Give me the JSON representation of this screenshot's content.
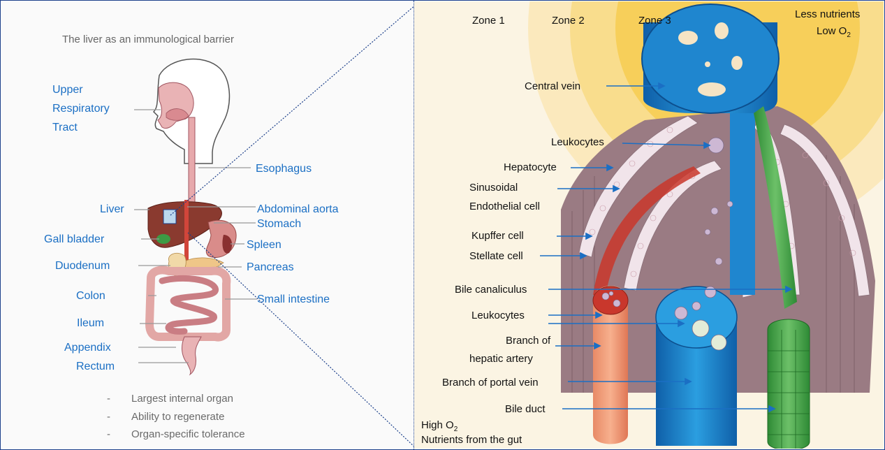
{
  "left": {
    "title": "The liver as an immunological barrier",
    "labels": {
      "upper_respiratory": [
        "Upper",
        "Respiratory",
        "Tract"
      ],
      "esophagus": "Esophagus",
      "liver": "Liver",
      "abdominal_aorta": "Abdominal aorta",
      "stomach": "Stomach",
      "gall_bladder": "Gall bladder",
      "spleen": "Spleen",
      "duodenum": "Duodenum",
      "pancreas": "Pancreas",
      "colon": "Colon",
      "small_intestine": "Small intestine",
      "ileum": "Ileum",
      "appendix": "Appendix",
      "rectum": "Rectum"
    },
    "bullet_marker": "-",
    "bullets": [
      "Largest internal organ",
      "Ability to regenerate",
      "Organ-specific tolerance"
    ]
  },
  "right": {
    "zones": [
      "Zone 1",
      "Zone 2",
      "Zone 3"
    ],
    "less_nutrients": "Less nutrients",
    "low_o2": {
      "main": "Low O",
      "sub": "2"
    },
    "high_o2": {
      "main": "High O",
      "sub": "2"
    },
    "nutrients_gut": "Nutrients from the gut",
    "labels": {
      "central_vein": "Central vein",
      "leukocytes_top": "Leukocytes",
      "hepatocyte": "Hepatocyte",
      "sinusoidal": [
        "Sinusoidal",
        "Endothelial cell"
      ],
      "kupffer": "Kupffer cell",
      "stellate": "Stellate cell",
      "bile_canaliculus": "Bile canaliculus",
      "leukocytes_bottom": "Leukocytes",
      "hepatic_artery": [
        "Branch of",
        "hepatic artery"
      ],
      "portal_vein": "Branch of portal vein",
      "bile_duct": "Bile duct"
    }
  },
  "colors": {
    "label_blue": "#1b6fc4",
    "arrow_blue": "#1b6fc4",
    "frame_navy": "#1b3f8a",
    "zone_glow": "#f7cf5a",
    "vein_blue": "#1f86cf",
    "bile_green": "#3a9a3c",
    "artery_red": "#c9372c",
    "tissue_mauve": "#9a7b83"
  }
}
